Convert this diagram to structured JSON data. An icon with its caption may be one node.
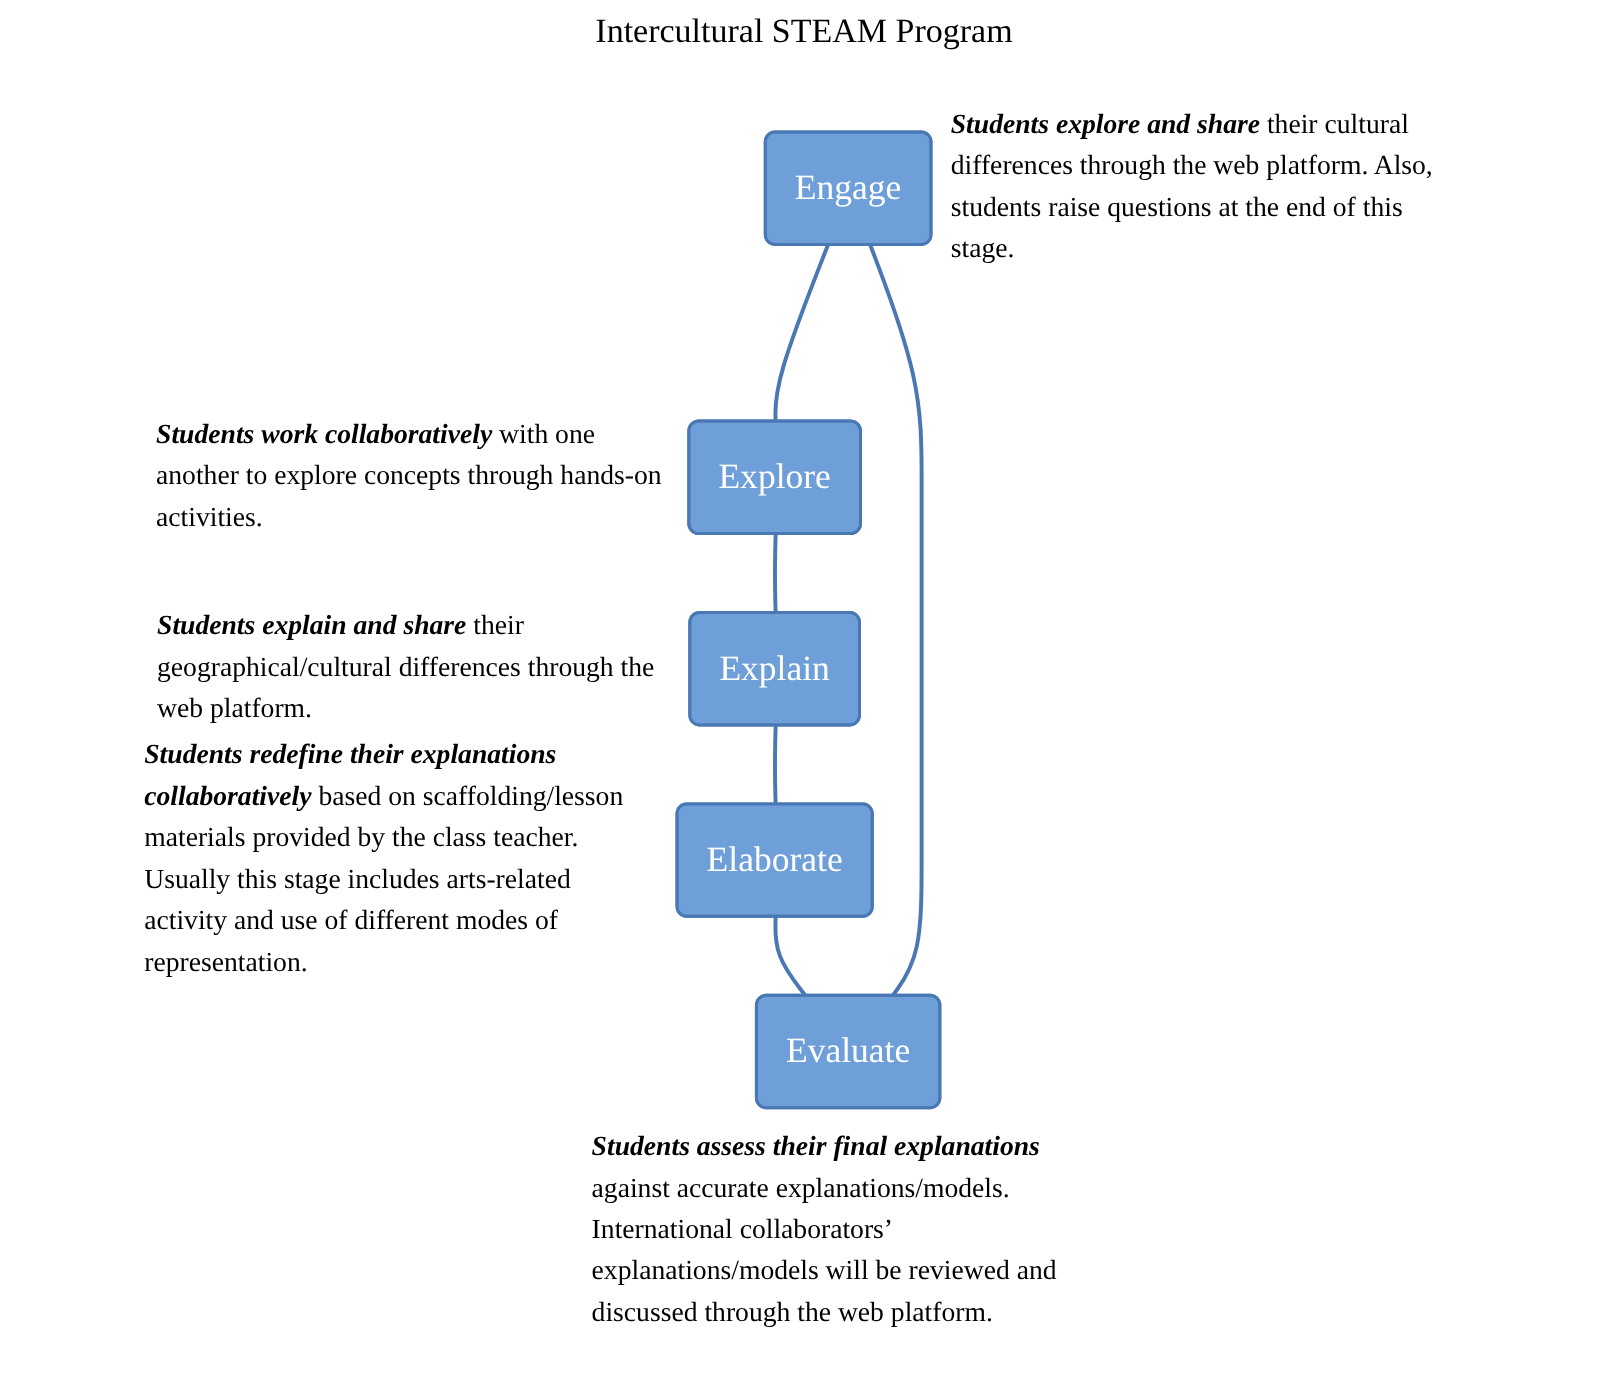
{
  "diagram": {
    "nodes": [
      {
        "text": [
          "Engage"
        ],
        "beside": [
          "**Students explore and share** their cultural differences through the web platform. Also, students raise questions at the end of this stage."
        ]
      },
      {
        "text": [
          "Explore"
        ],
        "beside": [
          "**Students work collaboratively** with one another to explore concepts through hands-on activities."
        ]
      },
      {
        "text": [
          "Explain"
        ],
        "beside": [
          "**Students explain and share** their geographical/cultural differences through the web platform."
        ]
      },
      {
        "text": [
          "Elaborate"
        ],
        "beside": [
          "**Students redefine their explanations collaboratively** based on scaffolding/lesson materials provided by the class teacher. Usually this stage includes arts-related activity and use of different modes of representation."
        ]
      },
      {
        "text": [
          "Evaluate"
        ],
        "beside": [
          "**Students assess their final explanations** against accurate explanations/models. International collaborators’ explanations/models will be reviewed and discussed through the web platform."
        ]
      }
    ],
    "edges": [
      {
        "from": 0,
        "to": 1,
        "arrow": "none"
      },
      {
        "from": 1,
        "to": 2,
        "arrow": "none"
      },
      {
        "from": 2,
        "to": 3,
        "arrow": "none"
      },
      {
        "from": 3,
        "to": 4,
        "arrow": "none"
      },
      {
        "from": 4,
        "to": 0,
        "arrow": "none"
      }
    ],
    "labels": [
      "Intercultural STEAM Program"
    ]
  }
}
